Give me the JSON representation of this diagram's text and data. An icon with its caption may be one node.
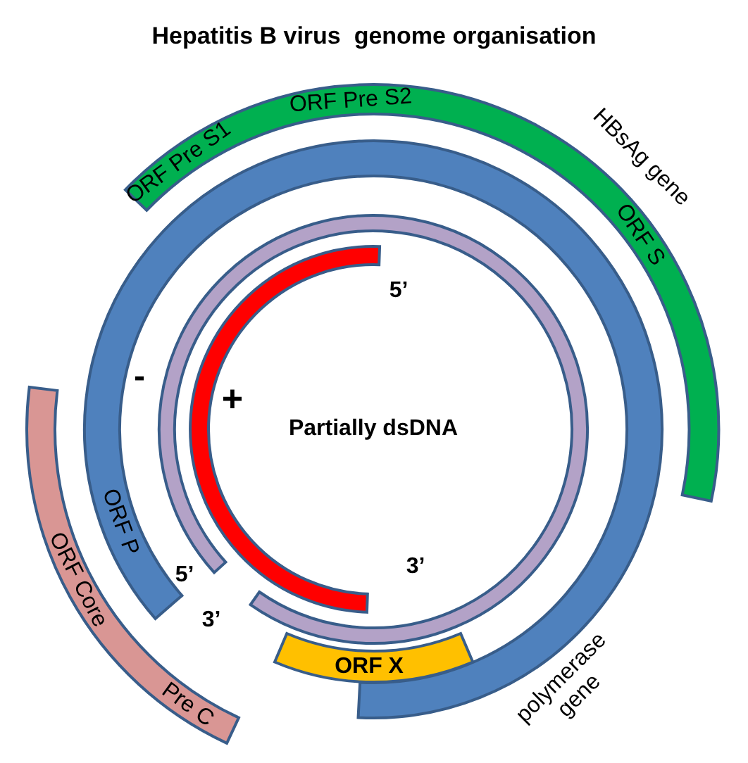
{
  "diagram": {
    "title": "Hepatitis B virus  genome organisation",
    "nodes": [
      {
        "text": [
          "ORF Pre S1",
          "ORF Pre S2",
          "ORF S"
        ],
        "beside": [
          "HBsAg gene"
        ]
      },
      {
        "text": [
          "ORF P"
        ],
        "beside": [
          "polymerase gene"
        ]
      },
      {
        "text": [
          "ORF Core",
          "Pre C"
        ]
      },
      {
        "text": [],
        "shape": "arc"
      },
      {
        "text": [],
        "shape": "arc"
      },
      {
        "text": [
          "ORF X"
        ]
      }
    ],
    "labels": [
      "5’",
      "-",
      "+",
      "Partially dsDNA",
      "3’",
      "5’",
      "3’"
    ]
  }
}
